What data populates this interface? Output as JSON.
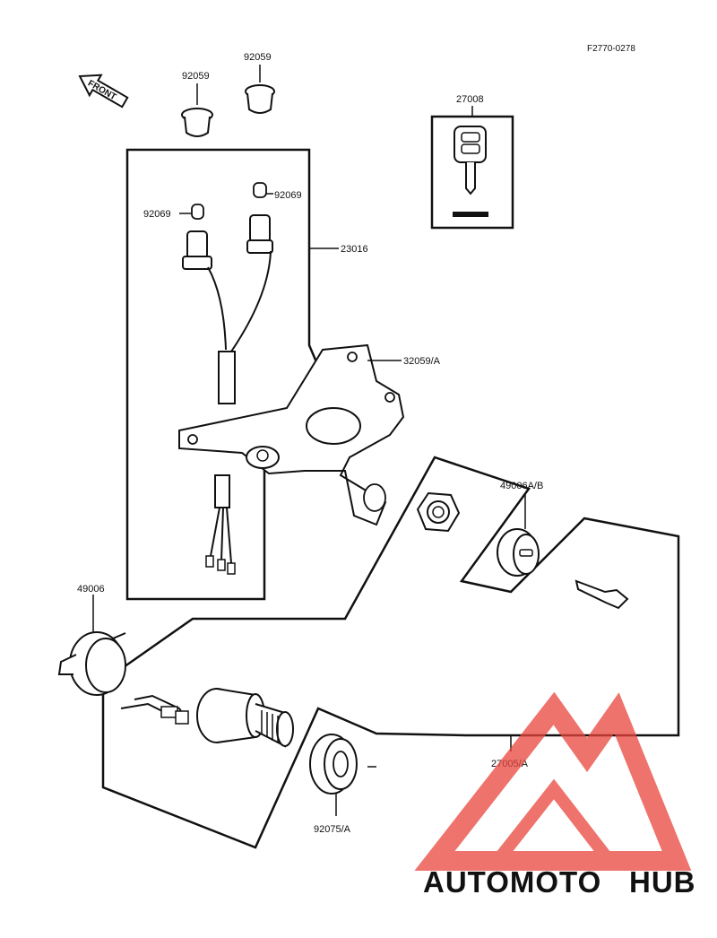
{
  "diagram": {
    "reference_code": "F2770-0278",
    "front_label": "FRONT",
    "part_labels": {
      "p92059_left": "92059",
      "p92059_right": "92059",
      "p27008": "27008",
      "p92069_right": "92069",
      "p92069_left": "92069",
      "p23016": "23016",
      "p32059": "32059/A",
      "p49006AB": "49006A/B",
      "p49006": "49006",
      "p27005": "27005/A",
      "p92075": "92075/A"
    }
  },
  "watermark": {
    "part1": "AUTOMOTO",
    "part2": "HUB",
    "color_part1": "#f5a623",
    "color_part2": "#d9534f",
    "color_hub": "#5a5a5a",
    "logo_color": "#e8453c"
  }
}
